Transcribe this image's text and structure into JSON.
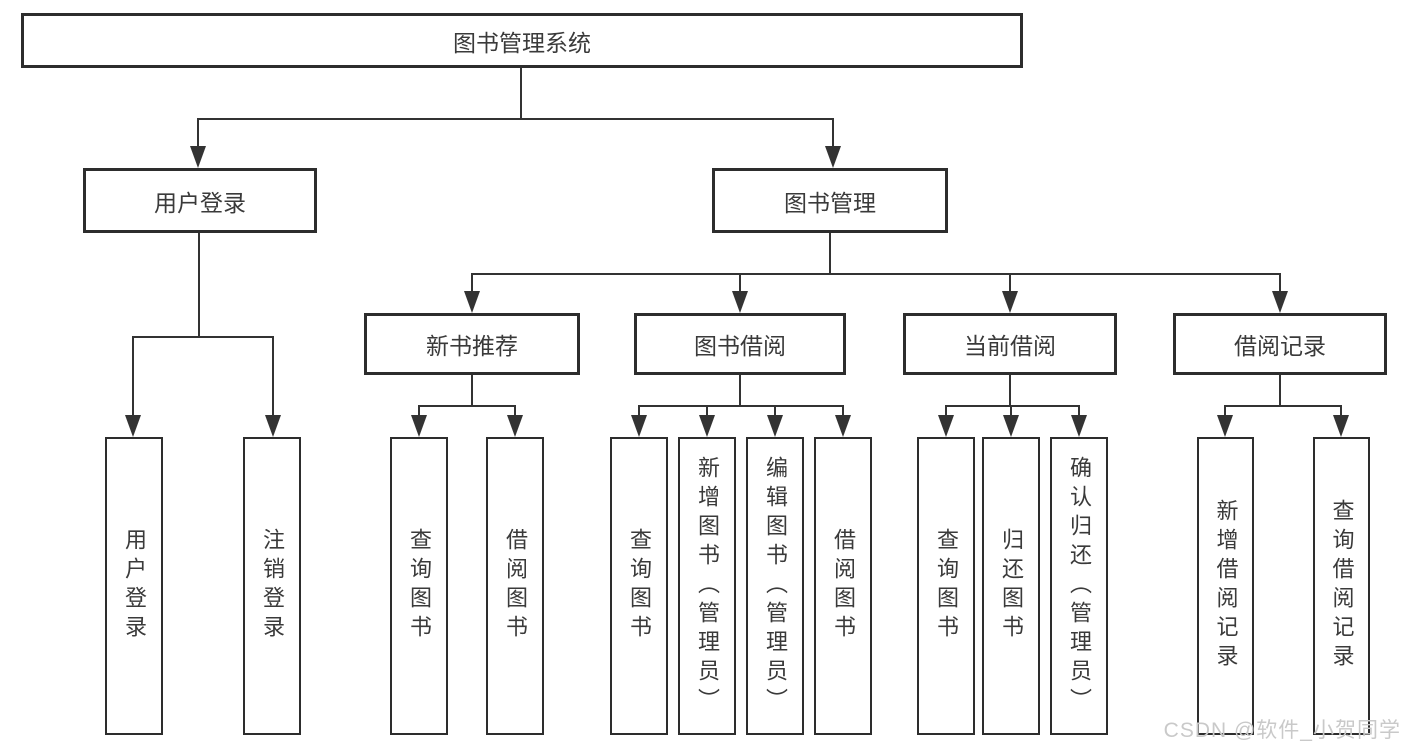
{
  "nodes": {
    "root": {
      "label": "图书管理系统"
    },
    "user_login": {
      "label": "用户登录",
      "children": [
        {
          "label": "用户登录"
        },
        {
          "label": "注销登录"
        }
      ]
    },
    "book_mgmt": {
      "label": "图书管理",
      "children": [
        {
          "label": "新书推荐",
          "children": [
            {
              "label": "查询图书"
            },
            {
              "label": "借阅图书"
            }
          ]
        },
        {
          "label": "图书借阅",
          "children": [
            {
              "label": "查询图书"
            },
            {
              "label": "新增图书（管理员）"
            },
            {
              "label": "编辑图书（管理员）"
            },
            {
              "label": "借阅图书"
            }
          ]
        },
        {
          "label": "当前借阅",
          "children": [
            {
              "label": "查询图书"
            },
            {
              "label": "归还图书"
            },
            {
              "label": "确认归还（管理员）"
            }
          ]
        },
        {
          "label": "借阅记录",
          "children": [
            {
              "label": "新增借阅记录"
            },
            {
              "label": "查询借阅记录"
            }
          ]
        }
      ]
    }
  },
  "watermark": {
    "text": "CSDN @软件_小贺同学"
  },
  "colors": {
    "background": "#ffffff",
    "box_fill": "#ffffff",
    "box_border": "#2d2d2d",
    "line": "#333333",
    "text": "#3a3a3a",
    "watermark": "#c9c9c9"
  }
}
